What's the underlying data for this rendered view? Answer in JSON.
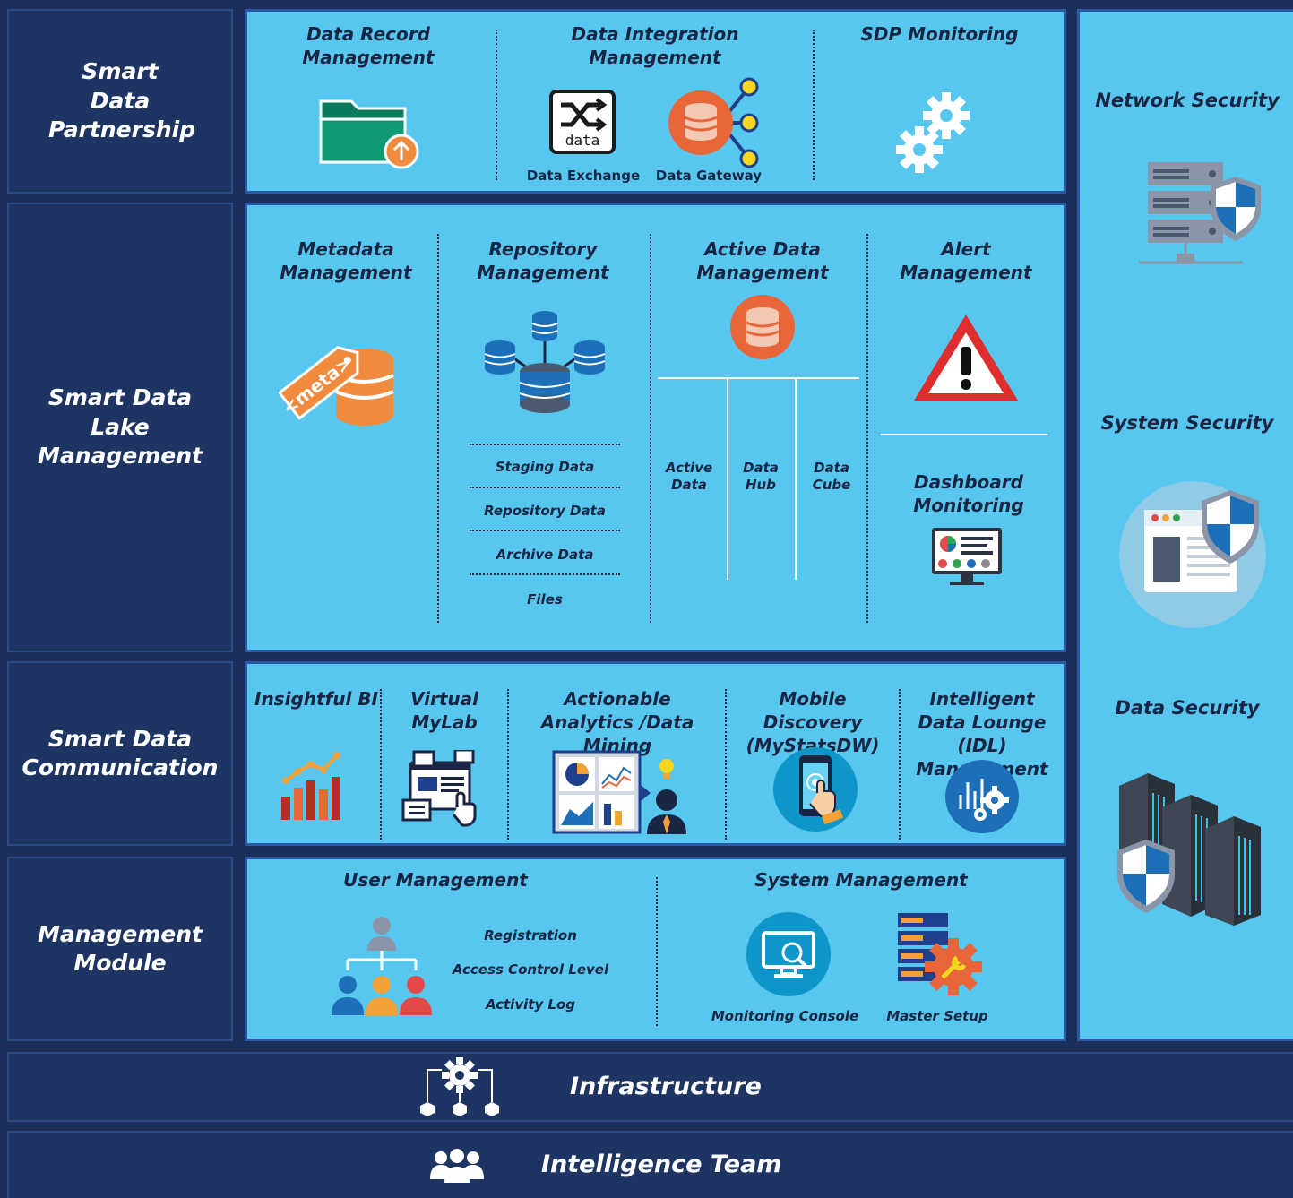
{
  "rows": {
    "partnership": "Smart Data Partnership",
    "lake": "Smart Data Lake Management",
    "communication": "Smart Data Communication",
    "management": "Management Module"
  },
  "partnership": {
    "record": "Data Record Management",
    "integration": "Data Integration Management",
    "exchange": "Data Exchange",
    "gateway": "Data Gateway",
    "monitoring": "SDP Monitoring",
    "data_icon_text": "data"
  },
  "lake": {
    "metadata": "Metadata Management",
    "meta_tag": "<meta>",
    "repository": "Repository Management",
    "repo_items": [
      "Staging Data",
      "Repository Data",
      "Archive Data",
      "Files"
    ],
    "active": "Active Data Management",
    "active_items": [
      "Active Data",
      "Data Hub",
      "Data Cube"
    ],
    "alert": "Alert Management",
    "dashboard": "Dashboard Monitoring"
  },
  "communication": {
    "bi": "Insightful BI",
    "mylab": "Virtual MyLab",
    "analytics": "Actionable Analytics /Data Mining",
    "mobile": "Mobile Discovery (MyStatsDW)",
    "idl": "Intelligent Data Lounge (IDL) Management"
  },
  "management": {
    "user": "User Management",
    "user_items": [
      "Registration",
      "Access Control Level",
      "Activity Log"
    ],
    "system": "System Management",
    "console": "Monitoring Console",
    "setup": "Master Setup"
  },
  "security": {
    "network": "Network Security",
    "system": "System Security",
    "data": "Data Security"
  },
  "bars": {
    "infrastructure": "Infrastructure",
    "team": "Intelligence Team"
  }
}
